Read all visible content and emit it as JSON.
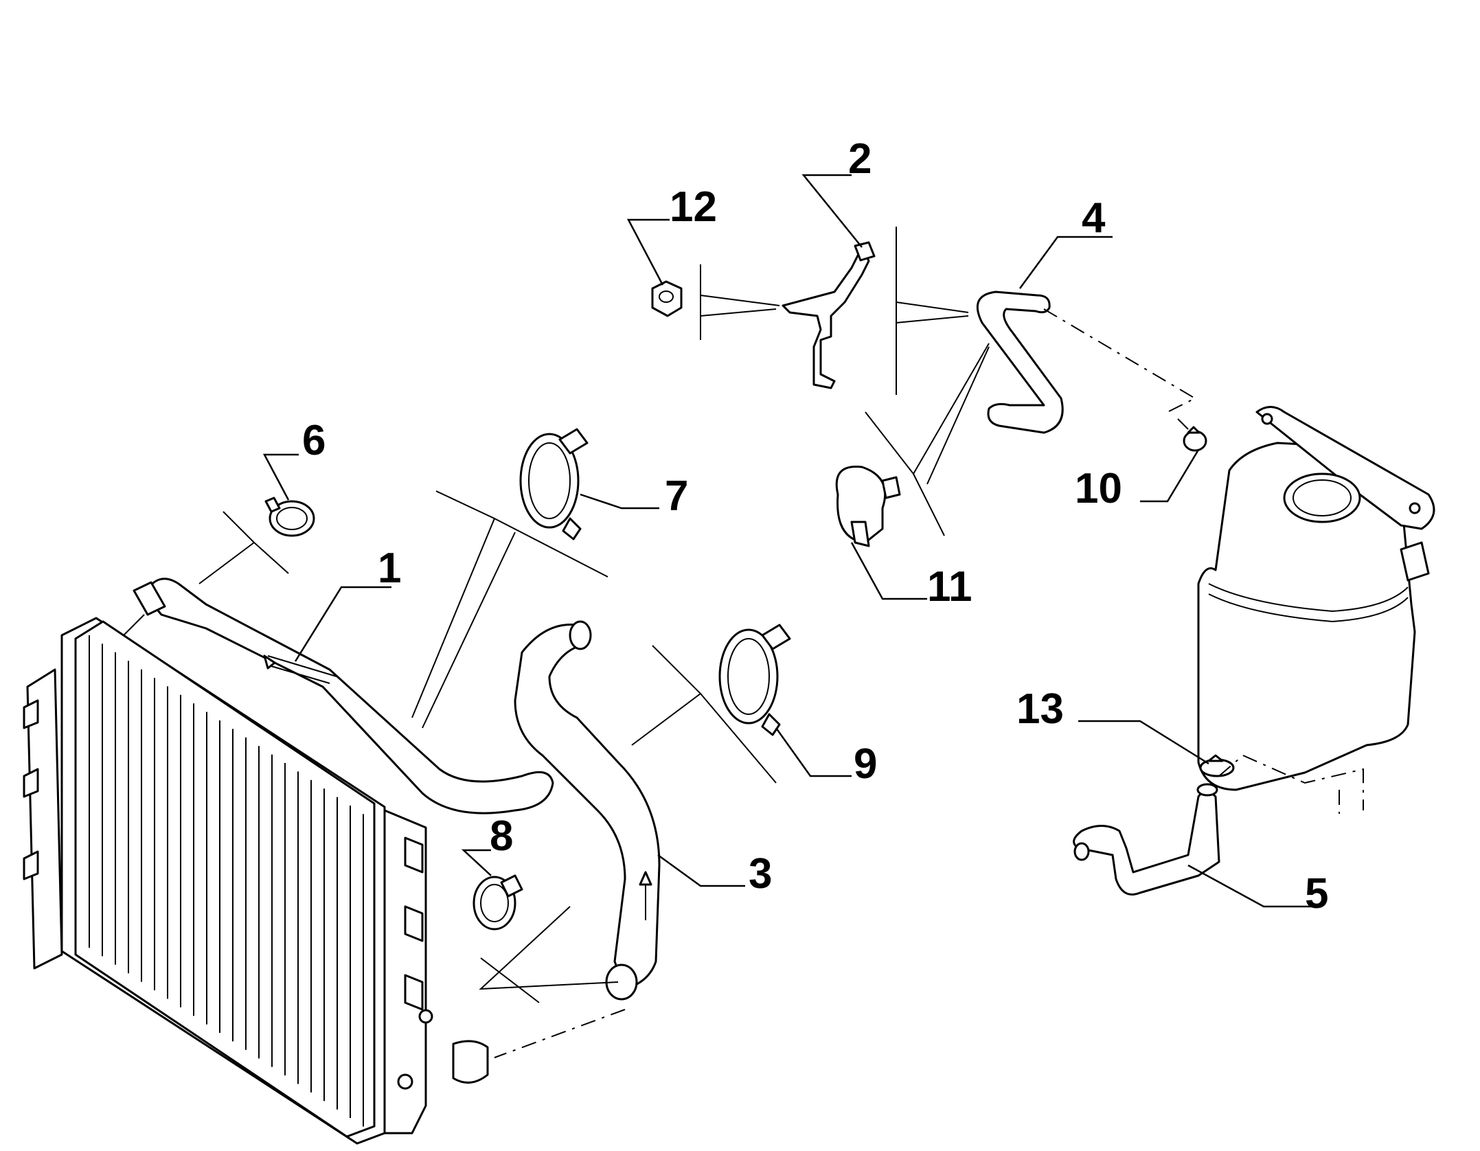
{
  "diagram": {
    "background": "#ffffff",
    "line_color": "#000000",
    "callouts": [
      {
        "id": "c1",
        "label": "1",
        "part": "radiator-upper-hose"
      },
      {
        "id": "c2",
        "label": "2",
        "part": "bracket"
      },
      {
        "id": "c3",
        "label": "3",
        "part": "radiator-lower-hose"
      },
      {
        "id": "c4",
        "label": "4",
        "part": "expansion-tank-upper-hose"
      },
      {
        "id": "c5",
        "label": "5",
        "part": "expansion-tank-lower-hose"
      },
      {
        "id": "c6",
        "label": "6",
        "part": "hose-clamp"
      },
      {
        "id": "c7",
        "label": "7",
        "part": "spring-clamp"
      },
      {
        "id": "c8",
        "label": "8",
        "part": "hose-clamp"
      },
      {
        "id": "c9",
        "label": "9",
        "part": "spring-clamp"
      },
      {
        "id": "c10",
        "label": "10",
        "part": "small-clamp"
      },
      {
        "id": "c11",
        "label": "11",
        "part": "hose-clip"
      },
      {
        "id": "c12",
        "label": "12",
        "part": "nut"
      },
      {
        "id": "c13",
        "label": "13",
        "part": "small-clamp"
      }
    ]
  }
}
